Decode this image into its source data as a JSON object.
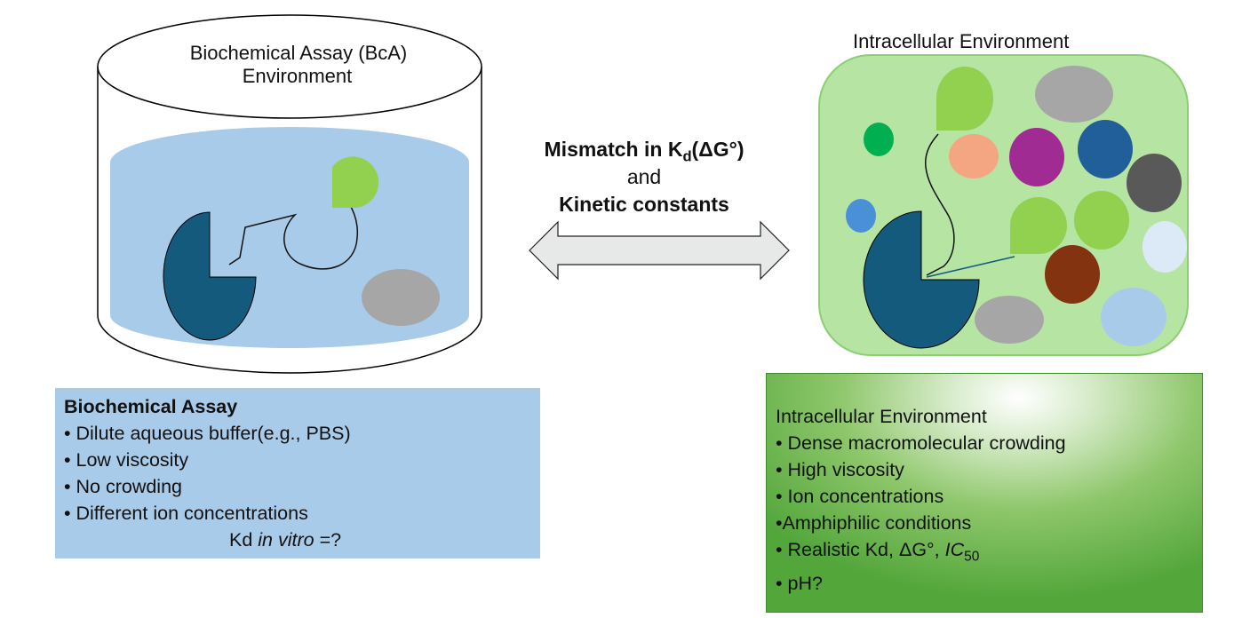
{
  "bca_container": {
    "title_line1": "Biochemical Assay (BcA)",
    "title_line2": "Environment"
  },
  "cell": {
    "title": "Intracellular Environment"
  },
  "center": {
    "mismatch_prefix": "Mismatch in K",
    "mismatch_sub": "d",
    "mismatch_suffix": "(ΔG°)",
    "and": "and",
    "kinetic": "Kinetic constants"
  },
  "bca_box": {
    "title": "Biochemical Assay",
    "items": [
      "• Dilute aqueous buffer(e.g., PBS)",
      "• Low viscosity",
      "• No crowding",
      "• Different ion concentrations"
    ],
    "kd_prefix": "Kd ",
    "kd_italic": "in vitro",
    "kd_suffix": " =?"
  },
  "ic_box": {
    "title": "Intracellular Environment",
    "items": [
      "• Dense macromolecular crowding",
      "• High viscosity",
      "• Ion concentrations",
      "•Amphiphilic conditions"
    ],
    "realistic_prefix": "• Realistic Kd, ΔG°, ",
    "realistic_italic": "IC",
    "realistic_sub": "50",
    "last_item": "• pH?"
  },
  "colors": {
    "buffer": "#a9cbea",
    "receptor": "#145a7c",
    "ligand": "#92d050",
    "cell_fill": "#b5e4a3",
    "cell_border": "#8ccf72",
    "arrow_fill": "#e7e9e8"
  }
}
